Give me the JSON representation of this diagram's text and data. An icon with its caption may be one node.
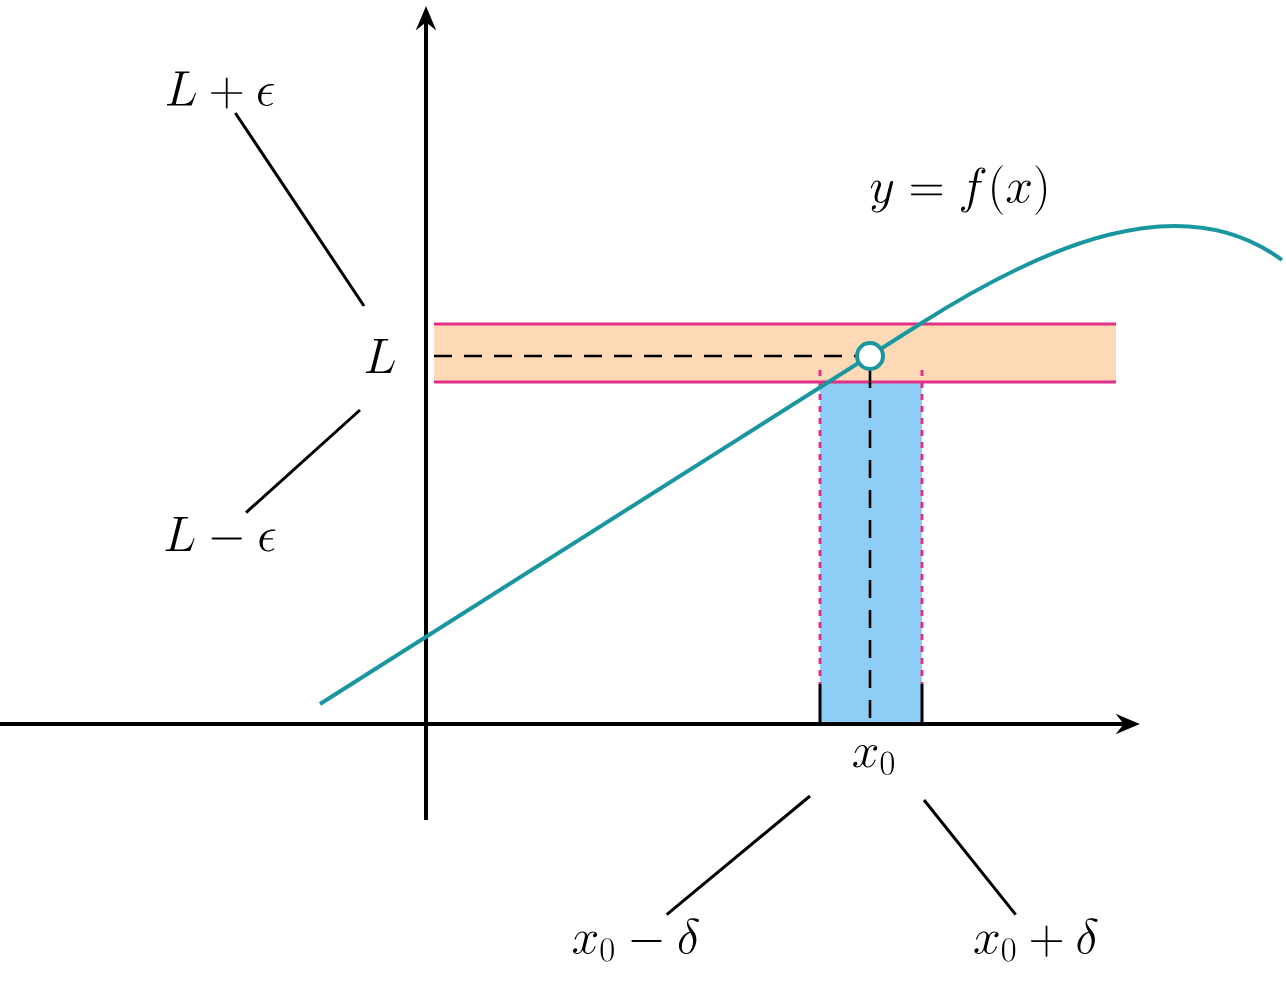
{
  "diagram": {
    "nodes": [
      {
        "text": [
          "L + \\epsilon"
        ]
      },
      {
        "text": [
          "L - \\epsilon"
        ]
      },
      {
        "text": [
          "x_0 - \\delta"
        ]
      },
      {
        "text": [
          "x_0 + \\delta"
        ]
      }
    ],
    "edges": [
      {
        "from": 0,
        "to": null,
        "arrow": "none"
      },
      {
        "from": 1,
        "to": null,
        "arrow": "none"
      },
      {
        "from": 2,
        "to": null,
        "arrow": "none"
      },
      {
        "from": 3,
        "to": null,
        "arrow": "none"
      }
    ],
    "labels": [
      "y = f(x)",
      "L",
      "x_0"
    ]
  }
}
